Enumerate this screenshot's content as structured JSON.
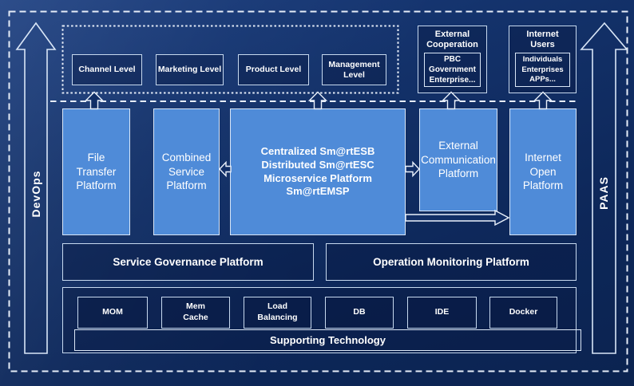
{
  "colors": {
    "background": "#0d2759",
    "platform_blue": "#4f8bd8",
    "panel_navy": "#0a2152",
    "line_light": "#e6edf8",
    "text": "#ffffff"
  },
  "rails": {
    "devops": "DevOps",
    "paas": "PAAS"
  },
  "channel_layer": {
    "levels": [
      {
        "label": "Channel Level"
      },
      {
        "label": "Marketing Level"
      },
      {
        "label": "Product Level"
      },
      {
        "label": "Management Level"
      }
    ]
  },
  "external_cooperation": {
    "title": "External\nCooperation",
    "members": "PBC Government\nEnterprise..."
  },
  "internet_users": {
    "title": "Internet Users",
    "members": "Individuals\nEnterprises\nAPPs..."
  },
  "service_layer": {
    "file_transfer": "File\nTransfer\nPlatform",
    "combined_service": "Combined\nService\nPlatform",
    "esb": "Centralized Sm@rtESB\nDistributed Sm@rtESC\nMicroservice Platform Sm@rtEMSP",
    "external_communication": "External\nCommunication\nPlatform",
    "internet_open": "Internet\nOpen\nPlatform"
  },
  "governance": {
    "service_governance": "Service Governance Platform",
    "operation_monitoring": "Operation Monitoring Platform"
  },
  "supporting": {
    "banner": "Supporting Technology",
    "technologies": [
      {
        "label": "MOM"
      },
      {
        "label": "Mem\nCache"
      },
      {
        "label": "Load\nBalancing"
      },
      {
        "label": "DB"
      },
      {
        "label": "IDE"
      },
      {
        "label": "Docker"
      }
    ]
  }
}
